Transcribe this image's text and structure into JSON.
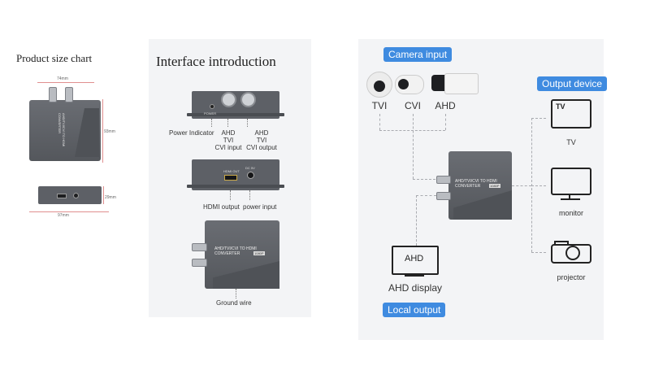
{
  "size_chart": {
    "title": "Product size chart",
    "dim_width_top": "74mm",
    "dim_height": "93mm",
    "dim_height_side": "29mm",
    "dim_width_bottom": "97mm"
  },
  "interface": {
    "title": "Interface introduction",
    "power_panel_label": "POWER",
    "labels": {
      "power_indicator": "Power Indicator",
      "cvi_input_l1": "AHD",
      "cvi_input_l2": "TVI",
      "cvi_input_l3": "CVI input",
      "cvi_output_l1": "AHD",
      "cvi_output_l2": "TVI",
      "cvi_output_l3": "CVI output",
      "hdmi_output": "HDMI output",
      "power_input": "power input",
      "ground_wire": "Ground wire"
    },
    "hdmi_port_label": "HDMI OUT",
    "dc_label": "DC 5V",
    "device_text_l1": "AHD/TVI/CVI TO HDMI",
    "device_text_l2": "CONVERTER",
    "device_badge": "1080P"
  },
  "connection": {
    "camera_input": "Camera input",
    "cameras": [
      "TVI",
      "CVI",
      "AHD"
    ],
    "output_device": "Output device",
    "outputs": [
      {
        "label": "TV",
        "icon_text": "TV"
      },
      {
        "label": "monitor"
      },
      {
        "label": "projector"
      }
    ],
    "ahd_display": "AHD display",
    "ahd_screen_text": "AHD",
    "local_output": "Local output",
    "device_text_l1": "AHD/TVI/CVI TO HDMI",
    "device_text_l2": "CONVERTER",
    "device_badge": "1080P"
  }
}
